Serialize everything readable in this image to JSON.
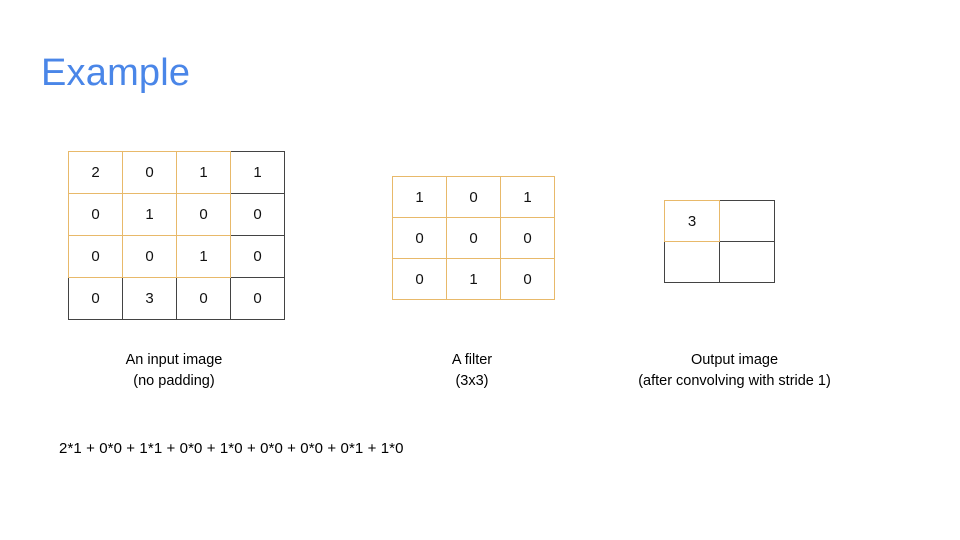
{
  "slide": {
    "title": "Example",
    "title_color": "#4a86e8",
    "accent_color": "#e8b96a",
    "line_color": "#434343",
    "background": "#ffffff"
  },
  "input_image": {
    "caption_line1": "An input image",
    "caption_line2": "(no padding)",
    "rows": 4,
    "cols": 4,
    "values": [
      [
        "2",
        "0",
        "1",
        "1"
      ],
      [
        "0",
        "1",
        "0",
        "0"
      ],
      [
        "0",
        "0",
        "1",
        "0"
      ],
      [
        "0",
        "3",
        "0",
        "0"
      ]
    ],
    "highlight_region": {
      "row_start": 0,
      "col_start": 0,
      "rows": 3,
      "cols": 3
    }
  },
  "filter": {
    "caption_line1": "A filter",
    "caption_line2": "(3x3)",
    "rows": 3,
    "cols": 3,
    "values": [
      [
        "1",
        "0",
        "1"
      ],
      [
        "0",
        "0",
        "0"
      ],
      [
        "0",
        "1",
        "0"
      ]
    ],
    "all_highlighted": true
  },
  "output_image": {
    "caption_line1": "Output image",
    "caption_line2": "(after convolving with stride 1)",
    "rows": 2,
    "cols": 2,
    "values": [
      [
        "3",
        ""
      ],
      [
        "",
        ""
      ]
    ],
    "highlight_region": {
      "row_start": 0,
      "col_start": 0,
      "rows": 1,
      "cols": 1
    }
  },
  "equation": {
    "text": "2*1 + 0*0 + 1*1 + 0*0 + 1*0 + 0*0 + 0*0 + 0*1 + 1*0",
    "result": "3"
  },
  "chart_data": {
    "type": "table",
    "title": "Example",
    "tables": [
      {
        "name": "An input image (no padding)",
        "values": [
          [
            2,
            0,
            1,
            1
          ],
          [
            0,
            1,
            0,
            0
          ],
          [
            0,
            0,
            1,
            0
          ],
          [
            0,
            3,
            0,
            0
          ]
        ]
      },
      {
        "name": "A filter (3x3)",
        "values": [
          [
            1,
            0,
            1
          ],
          [
            0,
            0,
            0
          ],
          [
            0,
            1,
            0
          ]
        ]
      },
      {
        "name": "Output image (after convolving with stride 1)",
        "values": [
          [
            3,
            null
          ],
          [
            null,
            null
          ]
        ]
      }
    ]
  }
}
